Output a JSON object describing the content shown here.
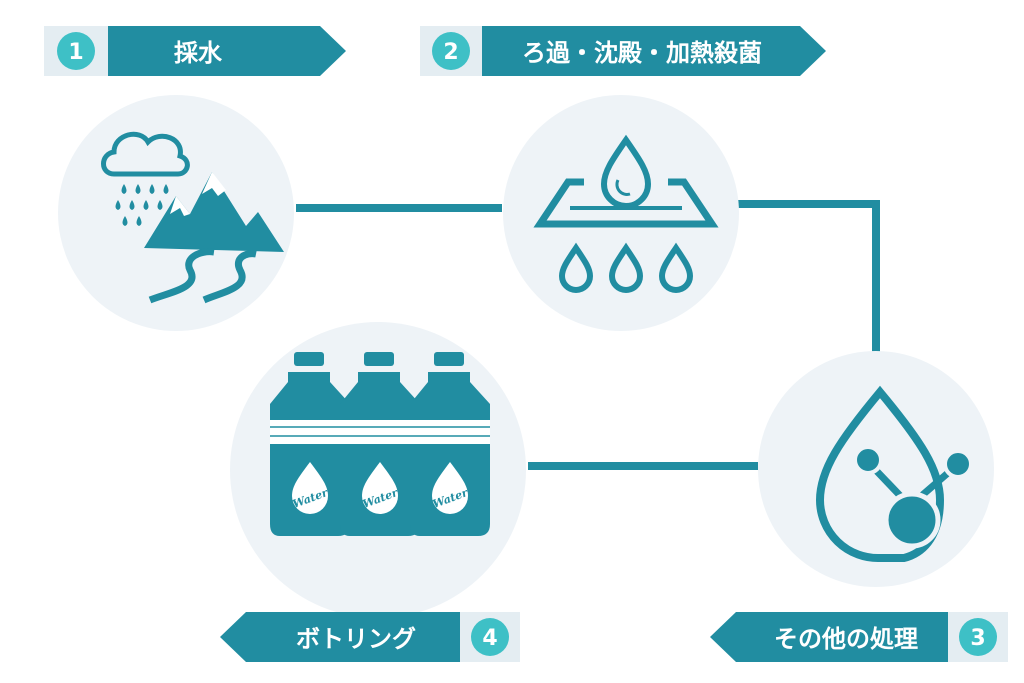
{
  "colors": {
    "accent": "#218da1",
    "circle_bg": "#eef3f7",
    "badge_bg": "#e4edf2",
    "badge_dot": "#3ec0c6",
    "white": "#ffffff"
  },
  "steps": [
    {
      "number": "1",
      "label": "採水",
      "icon": "rain-mountain-icon"
    },
    {
      "number": "2",
      "label": "ろ過・沈殿・加熱殺菌",
      "icon": "filter-drops-icon"
    },
    {
      "number": "3",
      "label": "その他の処理",
      "icon": "molecule-drop-icon"
    },
    {
      "number": "4",
      "label": "ボトリング",
      "icon": "water-bottles-icon"
    }
  ],
  "bottle_label": "Water"
}
